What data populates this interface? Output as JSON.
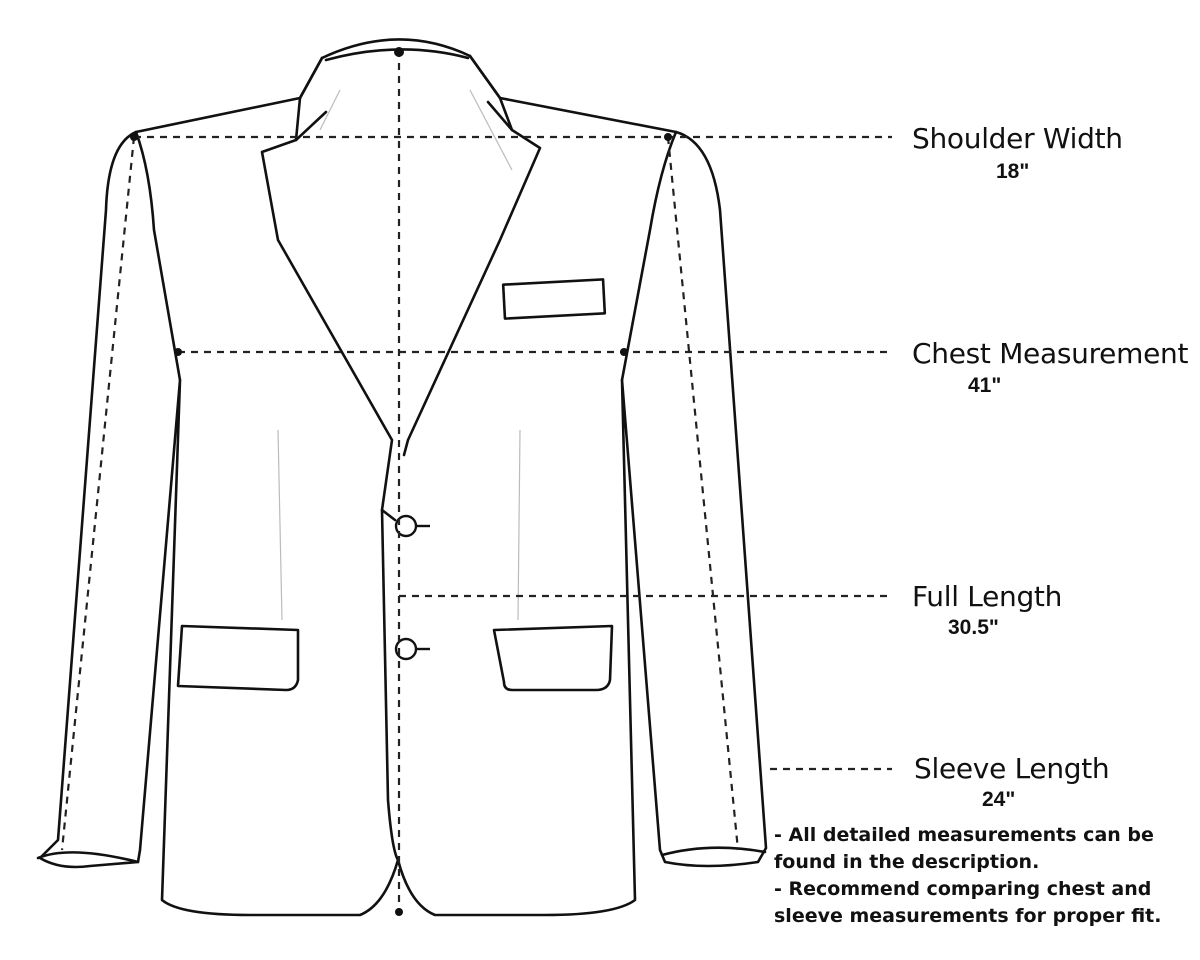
{
  "measurements": {
    "shoulder": {
      "label": "Shoulder Width",
      "value": "18\""
    },
    "chest": {
      "label": "Chest Measurement",
      "value": "41\""
    },
    "length": {
      "label": "Full Length",
      "value": "30.5\""
    },
    "sleeve": {
      "label": "Sleeve Length",
      "value": "24\""
    }
  },
  "notes": {
    "line1": "- All detailed measurements can be",
    "line2": "found in the description.",
    "line3": "- Recommend comparing chest and",
    "line4": "sleeve measurements for proper fit."
  },
  "colors": {
    "ink": "#111111",
    "guide": "#222222",
    "seam": "#bbbbbb"
  },
  "icons": {
    "jacket": "blazer-outline-icon",
    "button": "button-icon"
  }
}
